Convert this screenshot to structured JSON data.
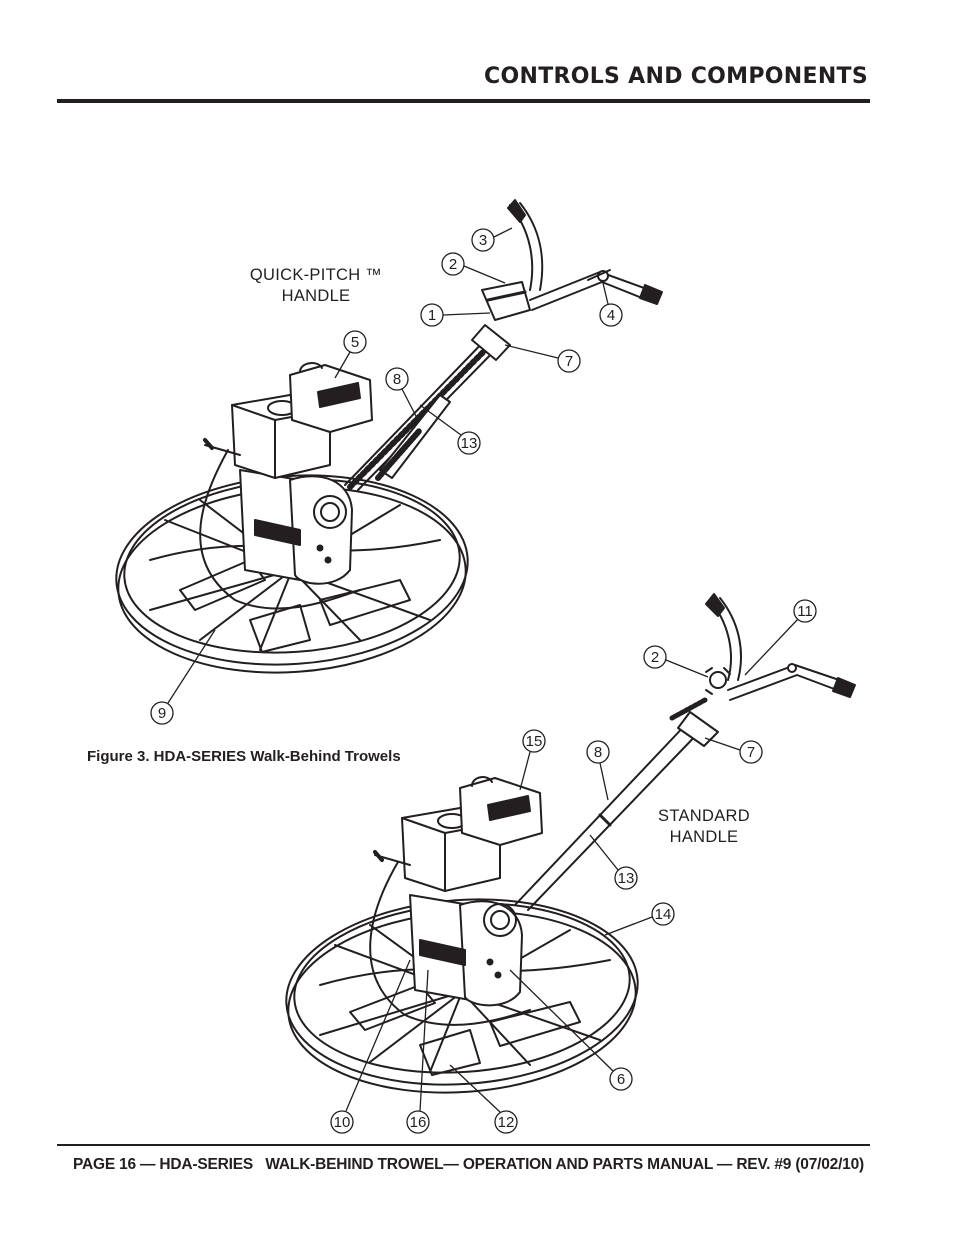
{
  "header": {
    "title": "CONTROLS  AND COMPONENTS"
  },
  "figure": {
    "caption": "Figure 3. HDA-SERIES Walk-Behind Trowels",
    "labels": {
      "quick_pitch_line1": "QUICK-PITCH ™",
      "quick_pitch_line2": "HANDLE",
      "standard_line1": "STANDARD",
      "standard_line2": "HANDLE"
    },
    "top_callouts": [
      "1",
      "2",
      "3",
      "4",
      "5",
      "7",
      "8",
      "9",
      "13"
    ],
    "bottom_callouts": [
      "2",
      "6",
      "7",
      "8",
      "10",
      "11",
      "12",
      "13",
      "14",
      "15",
      "16"
    ]
  },
  "footer": {
    "text": "PAGE 16 — HDA-SERIES   WALK-BEHIND TROWEL— OPERATION AND PARTS MANUAL — REV. #9 (07/02/10)"
  }
}
